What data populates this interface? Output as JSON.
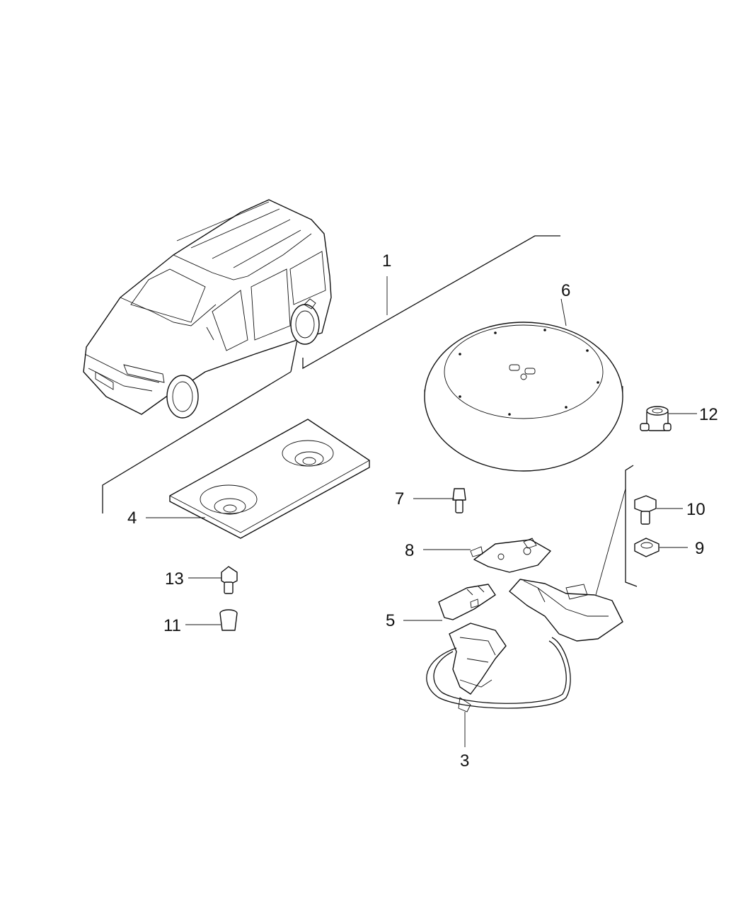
{
  "diagram": {
    "callouts": {
      "c1": "1",
      "c3": "3",
      "c4": "4",
      "c5": "5",
      "c6": "6",
      "c7": "7",
      "c8": "8",
      "c9": "9",
      "c10": "10",
      "c11": "11",
      "c12": "12",
      "c13": "13"
    }
  }
}
